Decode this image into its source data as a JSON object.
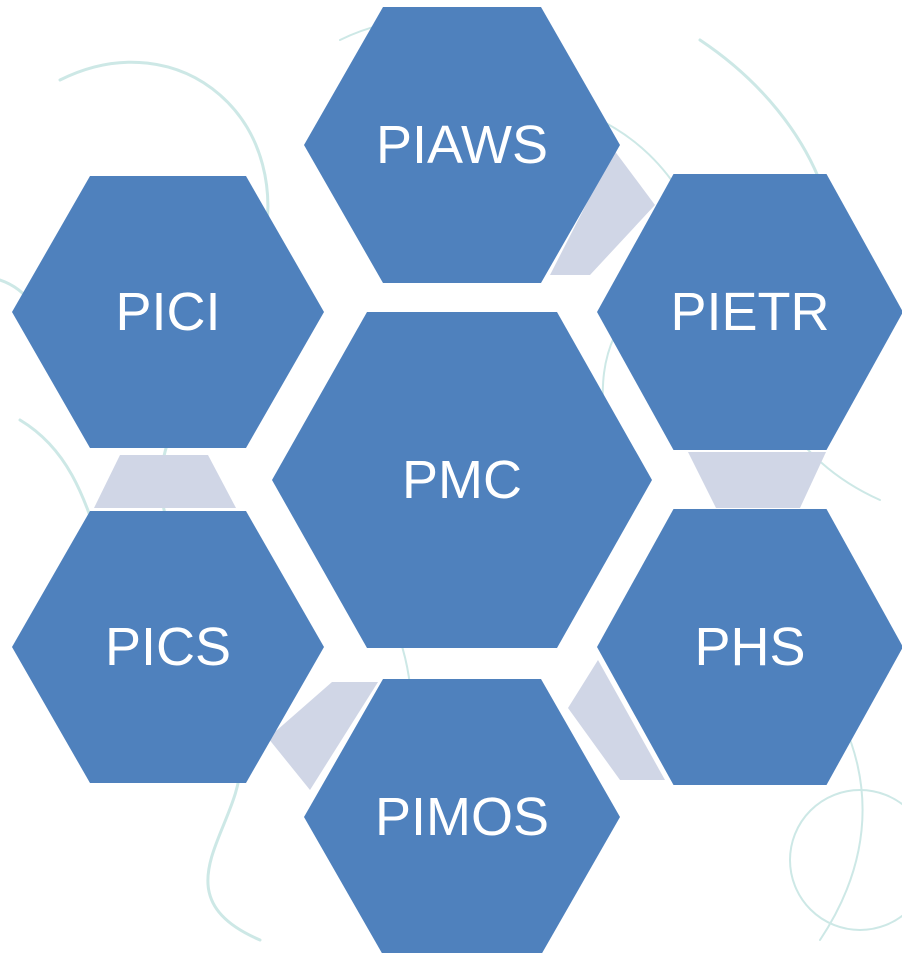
{
  "colors": {
    "background": "#ffffff",
    "hexagon_fill": "#4f81bd",
    "hexagon_text": "#ffffff",
    "connector_fill": "#d0d6e6",
    "background_swirl": "#cde8e6"
  },
  "diagram": {
    "center": {
      "id": "center",
      "label": "PMC"
    },
    "nodes": [
      {
        "id": "top",
        "label": "PIAWS"
      },
      {
        "id": "upper-right",
        "label": "PIETR"
      },
      {
        "id": "lower-right",
        "label": "PHS"
      },
      {
        "id": "bottom",
        "label": "PIMOS"
      },
      {
        "id": "lower-left",
        "label": "PICS"
      },
      {
        "id": "upper-left",
        "label": "PICI"
      }
    ]
  }
}
